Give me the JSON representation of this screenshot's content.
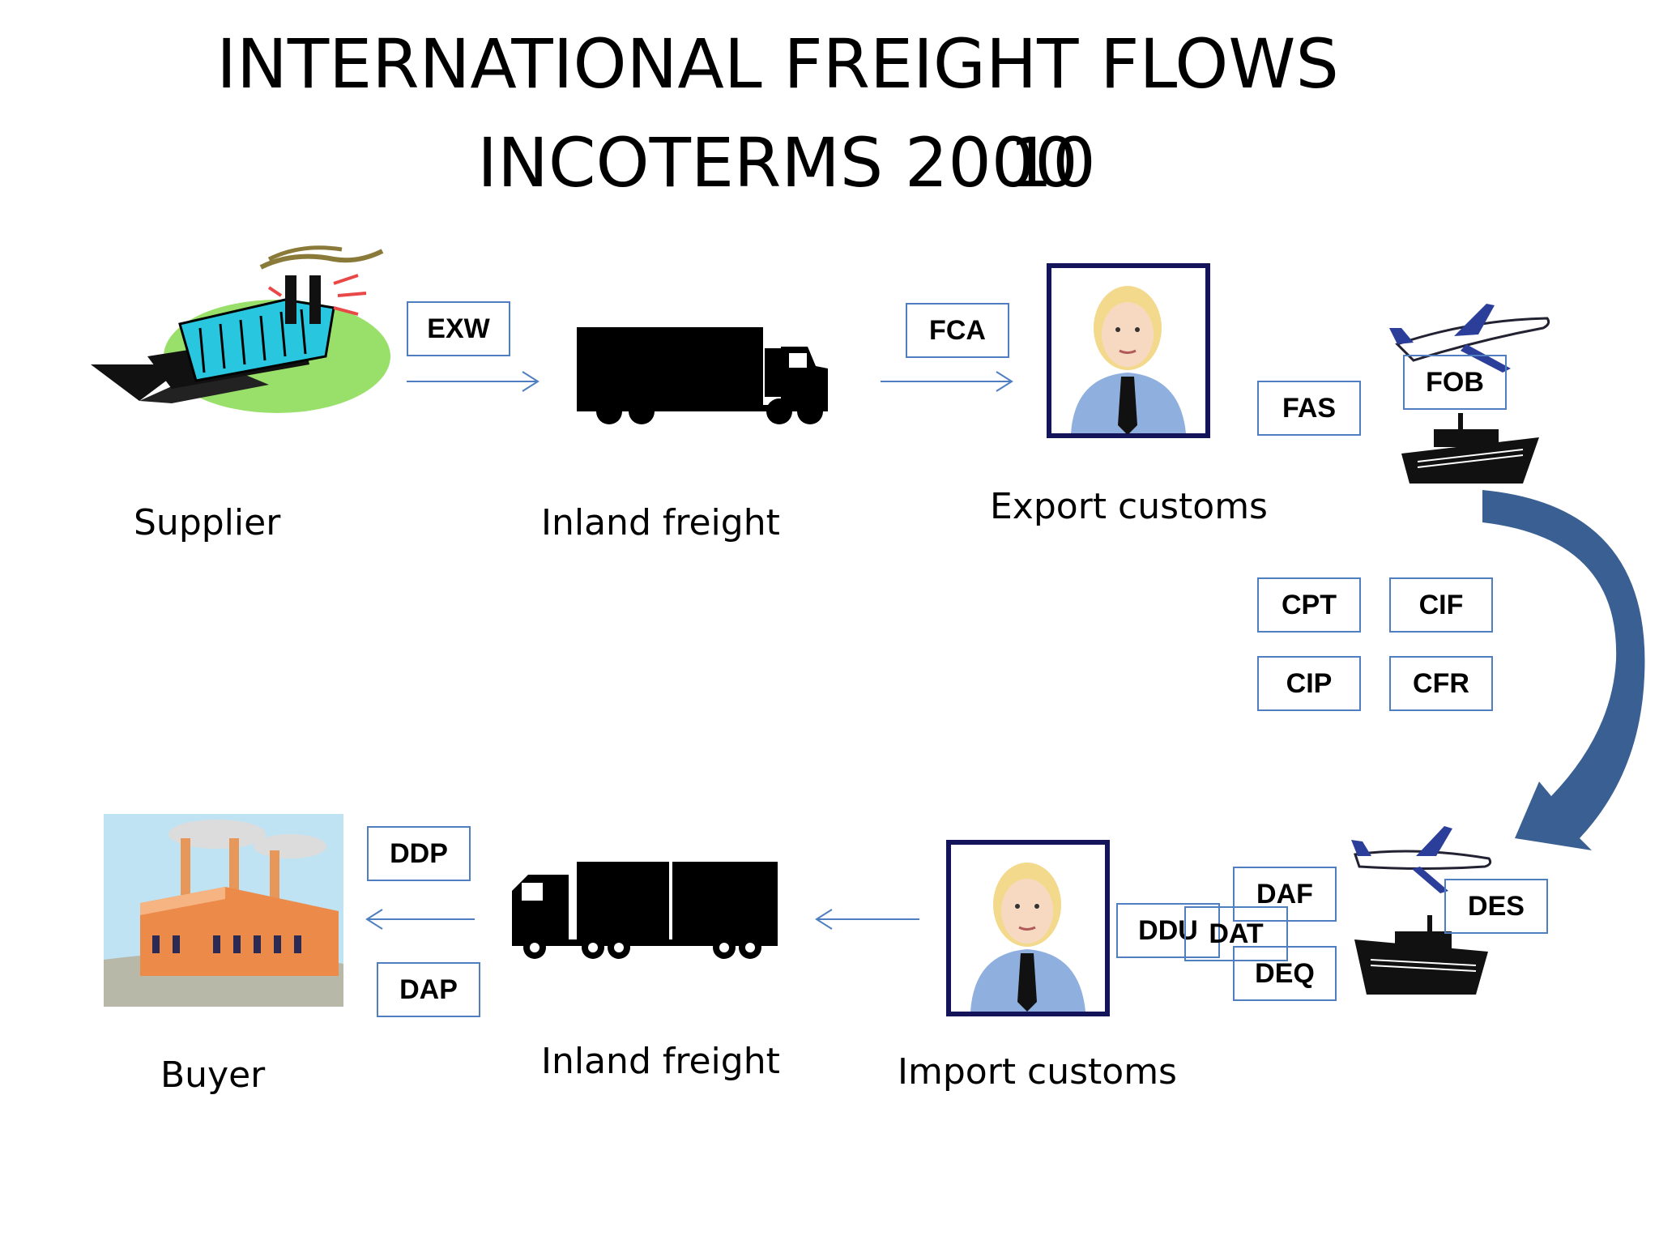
{
  "title": {
    "line1": "INTERNATIONAL FREIGHT FLOWS",
    "line2_prefix": "INCOTERMS 20",
    "year_under": "00",
    "year_over": "10"
  },
  "stages": {
    "supplier": "Supplier",
    "inland_freight_export": "Inland freight",
    "export_customs": "Export customs",
    "buyer": "Buyer",
    "inland_freight_import": "Inland freight",
    "import_customs": "Import customs"
  },
  "terms": {
    "exw": "EXW",
    "fca": "FCA",
    "fas": "FAS",
    "fob": "FOB",
    "cpt": "CPT",
    "cif": "CIF",
    "cip": "CIP",
    "cfr": "CFR",
    "ddp": "DDP",
    "dap": "DAP",
    "ddu": "DDU",
    "dat": "DAT",
    "daf": "DAF",
    "deq": "DEQ",
    "des": "DES"
  },
  "icons": {
    "supplier": "factory-icon",
    "export_truck": "truck-icon",
    "export_officer": "customs-officer-icon",
    "export_transport": "plane-and-ship-icon",
    "buyer": "factory-icon",
    "import_truck": "truck-icon",
    "import_officer": "customs-officer-icon",
    "import_transport": "plane-and-ship-icon"
  },
  "colors": {
    "box_border": "#4f7fc0",
    "arrow": "#4f7fc0",
    "curved_arrow": "#3a5f92"
  }
}
